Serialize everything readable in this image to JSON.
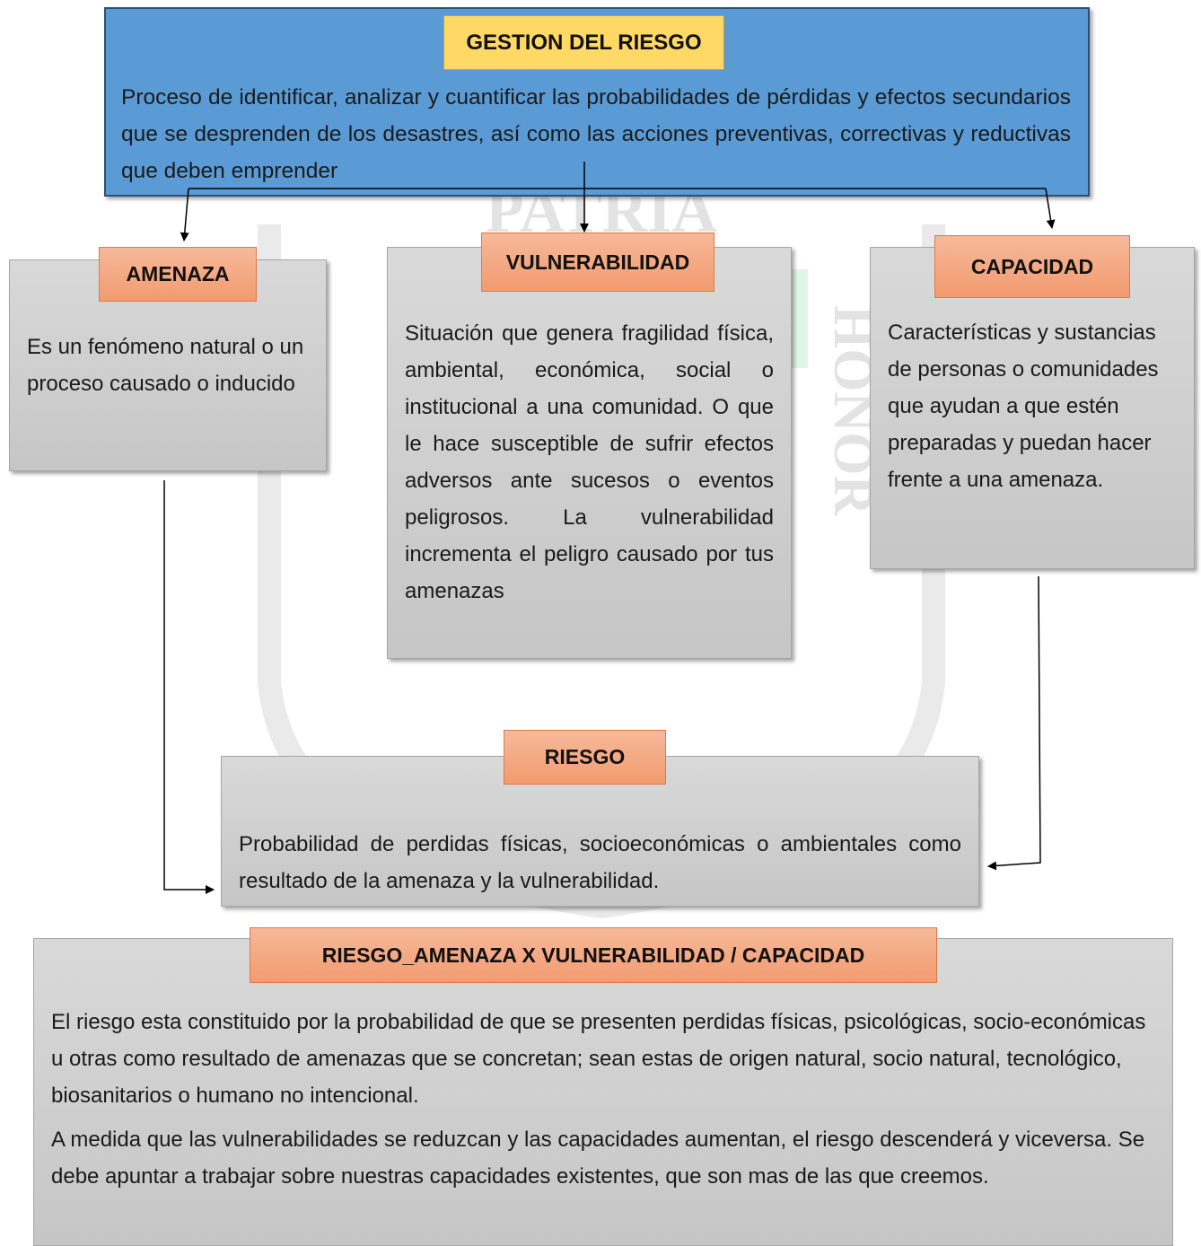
{
  "main": {
    "title": "GESTION DEL RIESGO",
    "description": "Proceso de identificar, analizar y cuantificar las probabilidades de pérdidas y efectos secundarios que se desprenden de los desastres, así como las acciones preventivas, correctivas y reductivas que deben emprender"
  },
  "amenaza": {
    "title": "AMENAZA",
    "text": "Es un fenómeno natural o un proceso causado o inducido"
  },
  "vulnerabilidad": {
    "title": "VULNERABILIDAD",
    "text": "Situación que genera fragilidad física, ambiental, económica, social o institucional a una comunidad. O que le hace susceptible de sufrir efectos adversos ante sucesos o eventos peligrosos. La vulnerabilidad incrementa el peligro causado por tus amenazas"
  },
  "capacidad": {
    "title": "CAPACIDAD",
    "text": "Características y sustancias de personas o comunidades que ayudan a que estén preparadas y puedan hacer frente a una amenaza."
  },
  "riesgo": {
    "title": "RIESGO",
    "text": "Probabilidad de perdidas físicas, socioeconómicas o ambientales como resultado de la amenaza y la vulnerabilidad."
  },
  "formula": {
    "title": "RIESGO_AMENAZA X VULNERABILIDAD / CAPACIDAD",
    "paragraph1": "El riesgo esta constituido por la probabilidad de que se presenten perdidas físicas, psicológicas, socio-económicas u otras como resultado de amenazas que se concretan; sean estas de origen natural, socio natural, tecnológico, biosanitarios o humano no intencional.",
    "paragraph2": "A medida que las vulnerabilidades se reduzcan y las capacidades aumentan, el riesgo descenderá y viceversa. Se debe apuntar a trabajar sobre nuestras capacidades existentes, que son mas de las que creemos."
  },
  "watermark": {
    "top_text": "PATRIA",
    "right_text": "HONOR"
  },
  "colors": {
    "main_box": "#5b9bd5",
    "title_yellow": "#ffd966",
    "label_orange": "#f4a07a",
    "gray_box": "#cfcfcf"
  }
}
